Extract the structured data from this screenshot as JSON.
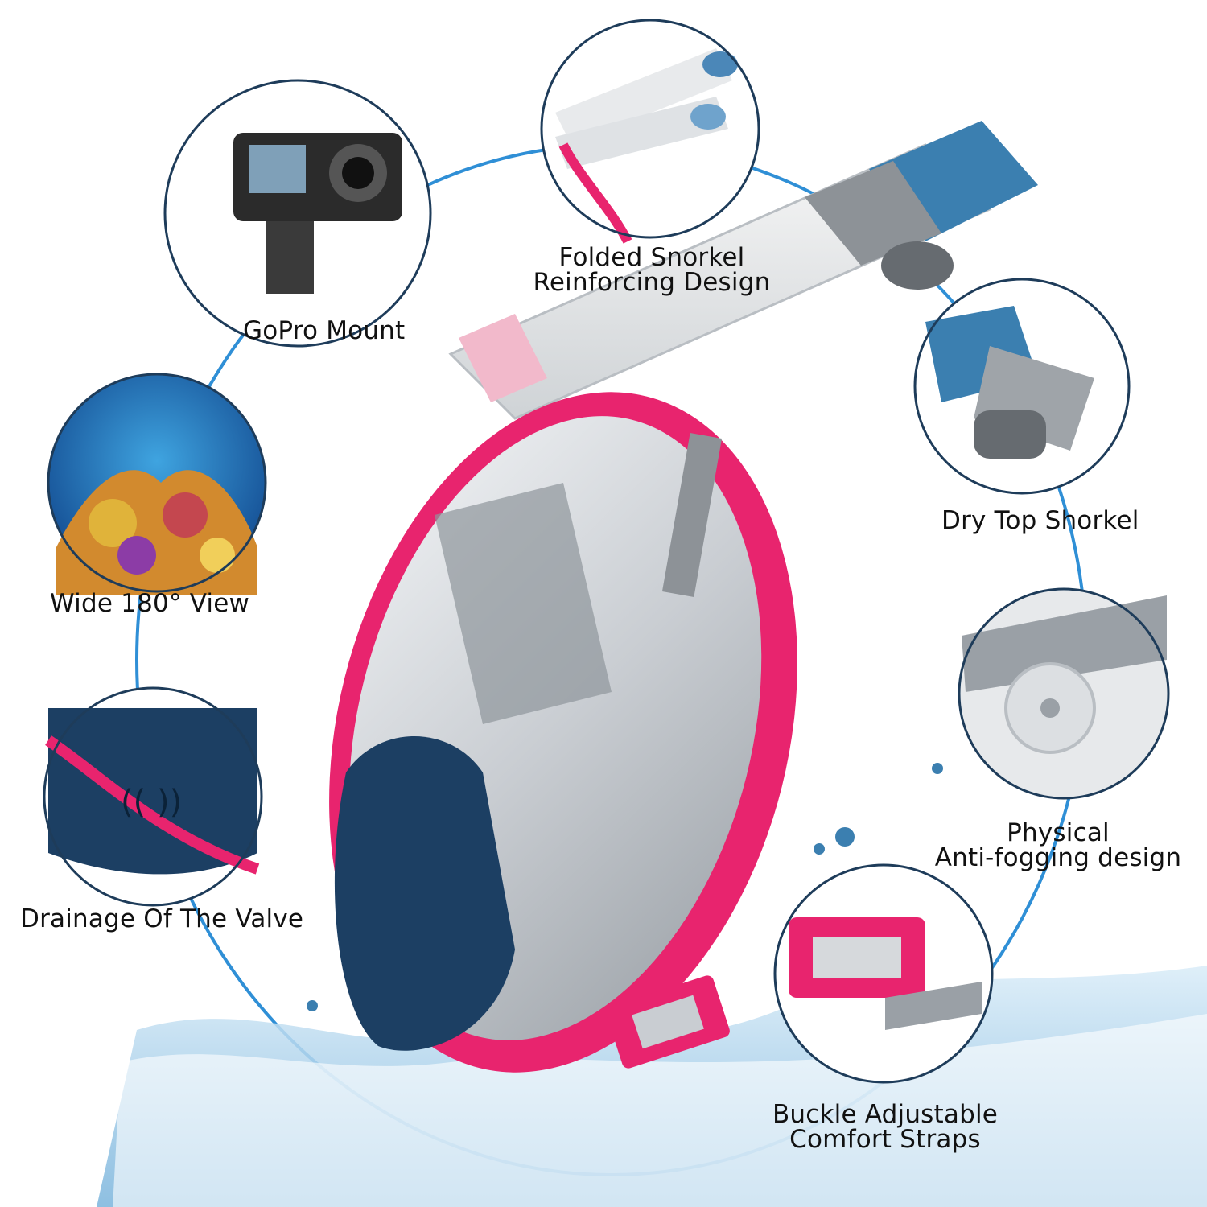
{
  "features": [
    {
      "id": "gopro",
      "label": "GoPro Mount",
      "icon": "gopro-camera-icon"
    },
    {
      "id": "snorkel-fold",
      "label_line1": "Folded Snorkel",
      "label_line2": "Reinforcing Design",
      "icon": "folded-snorkel-icon"
    },
    {
      "id": "dry-top",
      "label": "Dry Top Shorkel",
      "icon": "dry-top-snorkel-icon"
    },
    {
      "id": "wide-view",
      "label": "Wide 180° View",
      "icon": "coral-reef-icon"
    },
    {
      "id": "anti-fog",
      "label_line1": "Physical",
      "label_line2": "Anti-fogging design",
      "icon": "anti-fog-valve-icon"
    },
    {
      "id": "drainage",
      "label": "Drainage Of The Valve",
      "icon": "drainage-valve-icon"
    },
    {
      "id": "straps",
      "label_line1": "Buckle Adjustable",
      "label_line2": "Comfort Straps",
      "icon": "buckle-strap-icon"
    }
  ],
  "colors": {
    "mask_frame": "#e8246e",
    "chin_cup": "#1c3f63",
    "snorkel_top": "#3b7fb0",
    "ring": "#2f8fd6",
    "circle_border": "#1e3c5a"
  }
}
